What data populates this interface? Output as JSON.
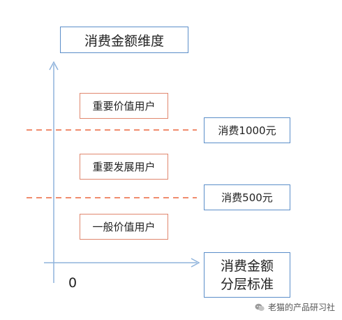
{
  "diagram": {
    "title": "消费金额维度",
    "segments": [
      {
        "label": "重要价值用户"
      },
      {
        "label": "重要发展用户"
      },
      {
        "label": "一般价值用户"
      }
    ],
    "thresholds": [
      {
        "label": "消费1000元"
      },
      {
        "label": "消费500元"
      }
    ],
    "x_axis": {
      "label_line1": "消费金额",
      "label_line2": "分层标准"
    },
    "origin": "0"
  },
  "watermark": {
    "text": "老猫的产品研习社"
  },
  "colors": {
    "axis": "#8fb3dc",
    "box_blue": "#5b8ec9",
    "box_red": "#e0876e",
    "dashed_line": "#f08c6e"
  }
}
